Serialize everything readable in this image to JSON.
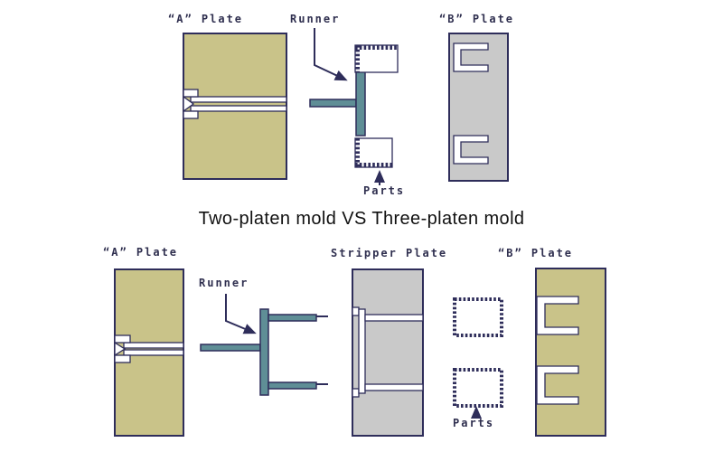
{
  "title": "Two-platen mold VS Three-platen mold",
  "colors": {
    "background": "#ffffff",
    "plate_olive": "#c9c389",
    "plate_gray": "#c9c9c9",
    "runner_teal": "#5f8e96",
    "outline_navy": "#2e2d5a",
    "channel_white": "#ffffff",
    "label_color": "#2f2f4f",
    "title_color": "#111111"
  },
  "top_diagram": {
    "a_plate_label": "“A” Plate",
    "runner_label": "Runner",
    "parts_label": "Parts",
    "b_plate_label": "“B” Plate"
  },
  "bottom_diagram": {
    "a_plate_label": "“A” Plate",
    "runner_label": "Runner",
    "stripper_plate_label": "Stripper Plate",
    "parts_label": "Parts",
    "b_plate_label": "“B” Plate"
  }
}
